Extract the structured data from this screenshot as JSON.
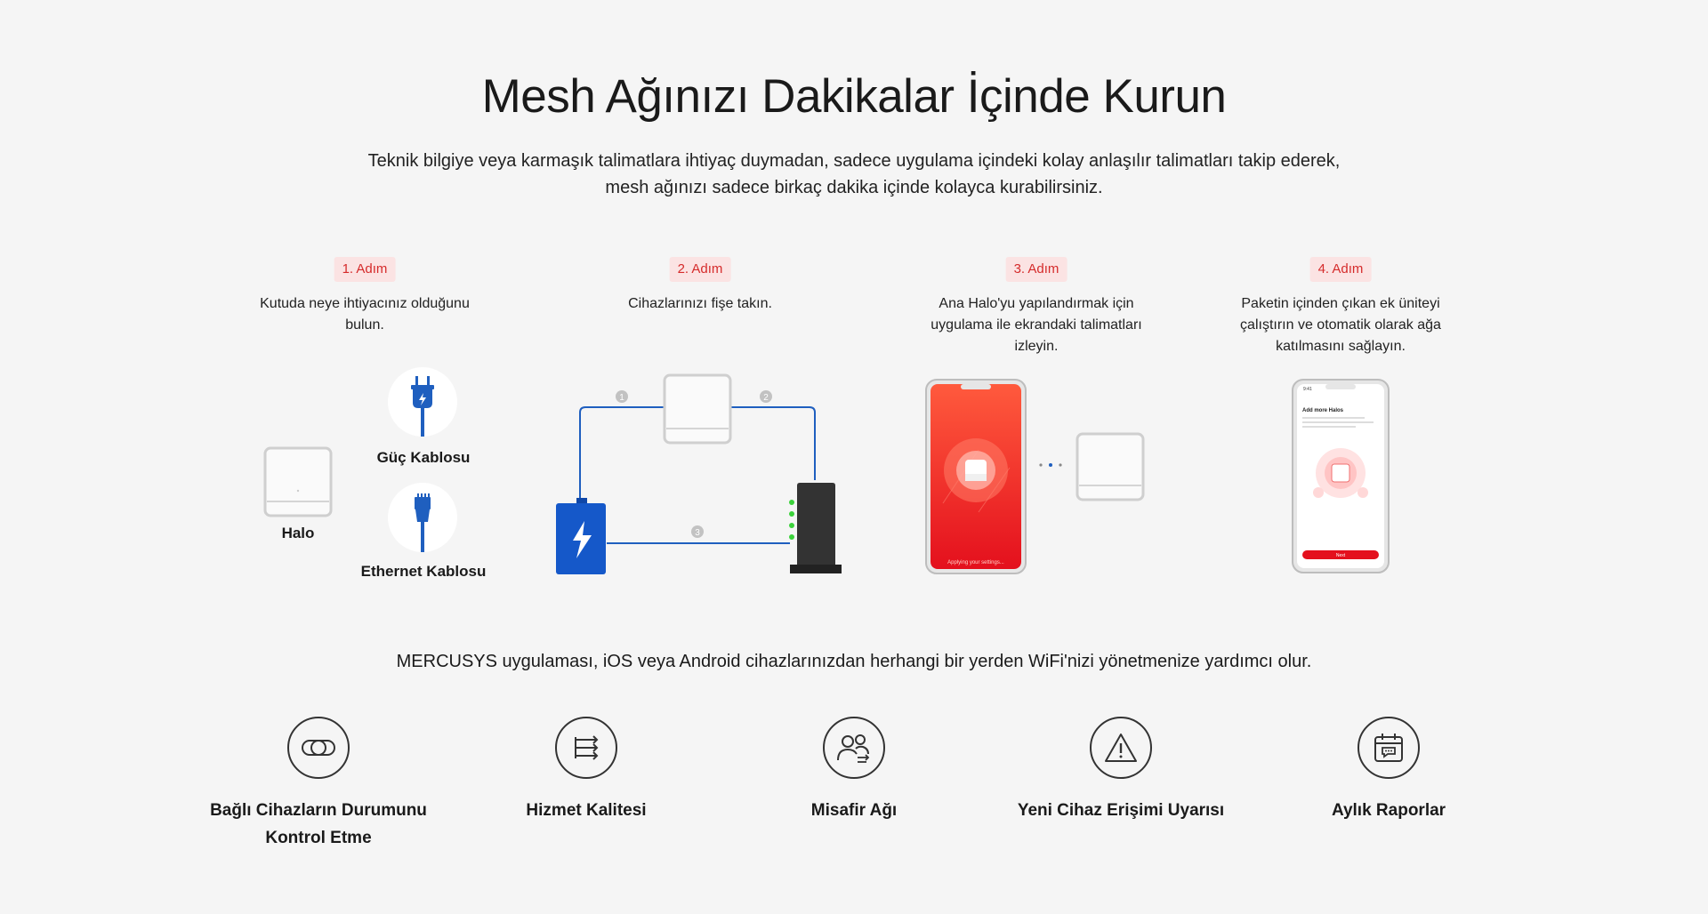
{
  "header": {
    "title": "Mesh Ağınızı Dakikalar İçinde Kurun",
    "subtitle_line1": "Teknik bilgiye veya karmaşık talimatlara ihtiyaç duymadan, sadece uygulama içindeki kolay anlaşılır talimatları takip ederek,",
    "subtitle_line2": "mesh ağınızı sadece birkaç dakika içinde kolayca kurabilirsiniz."
  },
  "steps": [
    {
      "badge": "1. Adım",
      "text": "Kutuda neye ihtiyacınız olduğunu bulun."
    },
    {
      "badge": "2. Adım",
      "text": "Cihazlarınızı fişe takın."
    },
    {
      "badge": "3. Adım",
      "text": "Ana Halo'yu yapılandırmak için uygulama ile ekrandaki talimatları izleyin."
    },
    {
      "badge": "4. Adım",
      "text": "Paketin içinden çıkan ek üniteyi çalıştırın ve otomatik olarak ağa katılmasını sağlayın."
    }
  ],
  "step1_items": {
    "halo": "Halo",
    "power": "Güç Kablosu",
    "ethernet": "Ethernet Kablosu"
  },
  "step2_numbers": [
    "1",
    "2",
    "3"
  ],
  "step3_phone": {
    "status": "Applying your settings..."
  },
  "step4_phone": {
    "title": "Add more Halos",
    "button": "Next",
    "clock": "9:41"
  },
  "app_description": "MERCUSYS uygulaması, iOS veya Android cihazlarınızdan herhangi bir yerden WiFi'nizi yönetmenize yardımcı olur.",
  "features": [
    {
      "icon": "link-icon",
      "label_line1": "Bağlı Cihazların Durumunu",
      "label_line2": "Kontrol Etme"
    },
    {
      "icon": "qos-arrows-icon",
      "label_line1": "Hizmet Kalitesi",
      "label_line2": ""
    },
    {
      "icon": "guest-users-icon",
      "label_line1": "Misafir Ağı",
      "label_line2": ""
    },
    {
      "icon": "warning-icon",
      "label_line1": "Yeni Cihaz Erişimi Uyarısı",
      "label_line2": ""
    },
    {
      "icon": "calendar-report-icon",
      "label_line1": "Aylık Raporlar",
      "label_line2": ""
    }
  ],
  "colors": {
    "accent_red": "#d52b2b",
    "badge_bg": "#fbe3e3",
    "cable_blue": "#1f5fbf",
    "battery_blue": "#1558c9"
  }
}
